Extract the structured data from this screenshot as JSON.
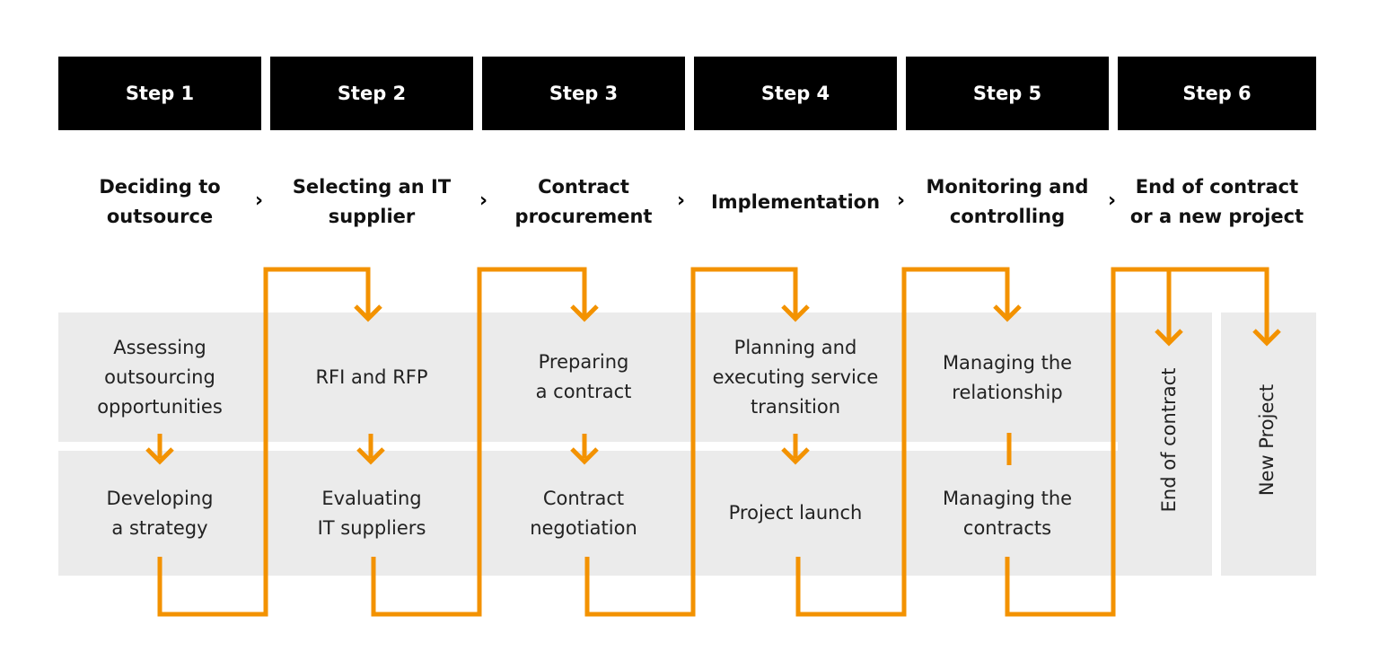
{
  "steps": [
    {
      "header": "Step 1",
      "title_lines": [
        "Deciding to",
        "outsource"
      ],
      "task_top": [
        "Assessing",
        "outsourcing",
        "opportunities"
      ],
      "task_bottom": [
        "Developing",
        "a strategy"
      ]
    },
    {
      "header": "Step 2",
      "title_lines": [
        "Selecting an IT",
        "supplier"
      ],
      "task_top": [
        "RFI and RFP"
      ],
      "task_bottom": [
        "Evaluating",
        "IT suppliers"
      ]
    },
    {
      "header": "Step 3",
      "title_lines": [
        "Contract",
        "procurement"
      ],
      "task_top": [
        "Preparing",
        "a contract"
      ],
      "task_bottom": [
        "Contract",
        "negotiation"
      ]
    },
    {
      "header": "Step 4",
      "title_lines": [
        "Implementation"
      ],
      "task_top": [
        "Planning and",
        "executing service",
        "transition"
      ],
      "task_bottom": [
        "Project launch"
      ]
    },
    {
      "header": "Step 5",
      "title_lines": [
        "Monitoring and",
        "controlling"
      ],
      "task_top": [
        "Managing the",
        "relationship"
      ],
      "task_bottom": [
        "Managing the",
        "contracts"
      ]
    },
    {
      "header": "Step 6",
      "title_lines": [
        "End of contract",
        "or a new project"
      ],
      "options": [
        "End of contract",
        "New Project"
      ]
    }
  ],
  "separator": "›",
  "colors": {
    "header_bg": "#000000",
    "header_text": "#ffffff",
    "panel_bg": "#ebebeb",
    "flow_line": "#f39200"
  },
  "icons": {
    "separator": "chevron-right-icon",
    "flow": "arrow-down-icon"
  }
}
